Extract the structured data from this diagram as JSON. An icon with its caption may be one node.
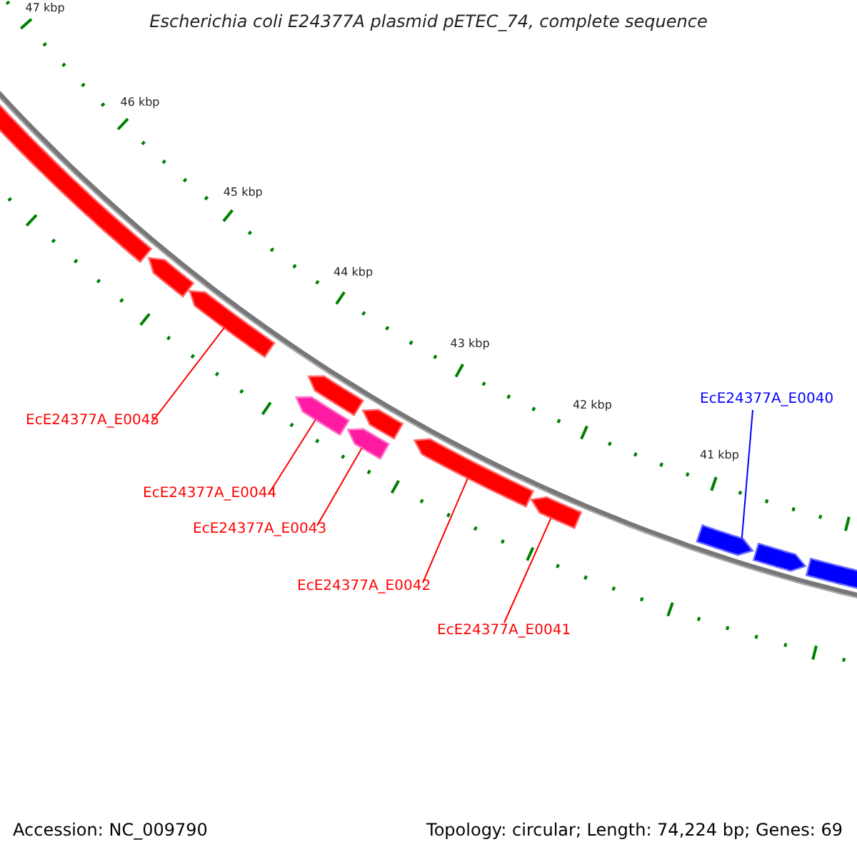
{
  "diagram": {
    "title": "Escherichia coli E24377A plasmid pETEC_74, complete sequence",
    "nodes": [
      {
        "text": [],
        "shape": "bar"
      },
      {
        "text": [],
        "shape": "bar"
      },
      {
        "text": [],
        "shape": "bar"
      },
      {
        "text": [],
        "shape": "bar"
      },
      {
        "text": [],
        "shape": "bar"
      },
      {
        "text": [],
        "shape": "bar"
      },
      {
        "text": [],
        "shape": "bar"
      },
      {
        "text": [],
        "shape": "bar"
      },
      {
        "text": [],
        "shape": "bar"
      },
      {
        "text": [],
        "shape": "bar"
      },
      {
        "text": [],
        "shape": "bar"
      },
      {
        "text": [],
        "shape": "bar"
      },
      {
        "text": [
          "EcE24377A_E0040"
        ]
      },
      {
        "text": [
          "EcE24377A_E0045"
        ]
      },
      {
        "text": [
          "EcE24377A_E0044"
        ]
      },
      {
        "text": [
          "EcE24377A_E0043"
        ]
      },
      {
        "text": [
          "EcE24377A_E0042"
        ]
      },
      {
        "text": [
          "EcE24377A_E0041"
        ]
      }
    ],
    "edges": [
      {
        "from": 12,
        "to": 9,
        "arrow": "none",
        "color": "#0000ff"
      },
      {
        "from": 13,
        "to": 2,
        "arrow": "none"
      },
      {
        "from": 14,
        "to": 5,
        "arrow": "none"
      },
      {
        "from": 15,
        "to": 6,
        "arrow": "none"
      },
      {
        "from": 16,
        "to": 7,
        "arrow": "none"
      },
      {
        "from": 17,
        "to": 8,
        "arrow": "none"
      }
    ],
    "labels": [
      "47 kbp",
      "46 kbp",
      "45 kbp",
      "44 kbp",
      "43 kbp",
      "42 kbp",
      "41 kbp",
      "Accession: NC_009790",
      "Topology: circular; Length: 74,224 bp; Genes: 69"
    ]
  }
}
